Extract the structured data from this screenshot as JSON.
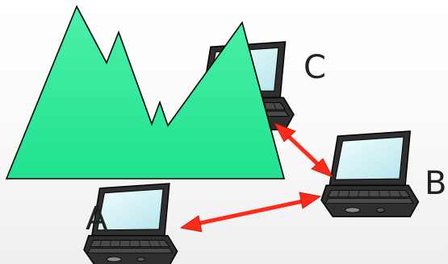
{
  "colors": {
    "mountain_fill": "#1fe290",
    "mountain_fill_light": "#4cf0a8",
    "arrow": "#ff2a1a",
    "laptop_body": "#2f2f2f",
    "laptop_screen": "#d9f4f6",
    "laptop_outline": "#000000",
    "label_text": "#222222"
  },
  "icons": {
    "mountain": "mountain-obstacle-icon",
    "laptop": "laptop-icon"
  },
  "nodes": {
    "a": {
      "label": "A"
    },
    "b": {
      "label": "B"
    },
    "c": {
      "label": "C"
    }
  },
  "links": [
    {
      "from": "C",
      "to": "B",
      "style": "double-headed arrow"
    },
    {
      "from": "A",
      "to": "B",
      "style": "double-headed arrow"
    }
  ]
}
